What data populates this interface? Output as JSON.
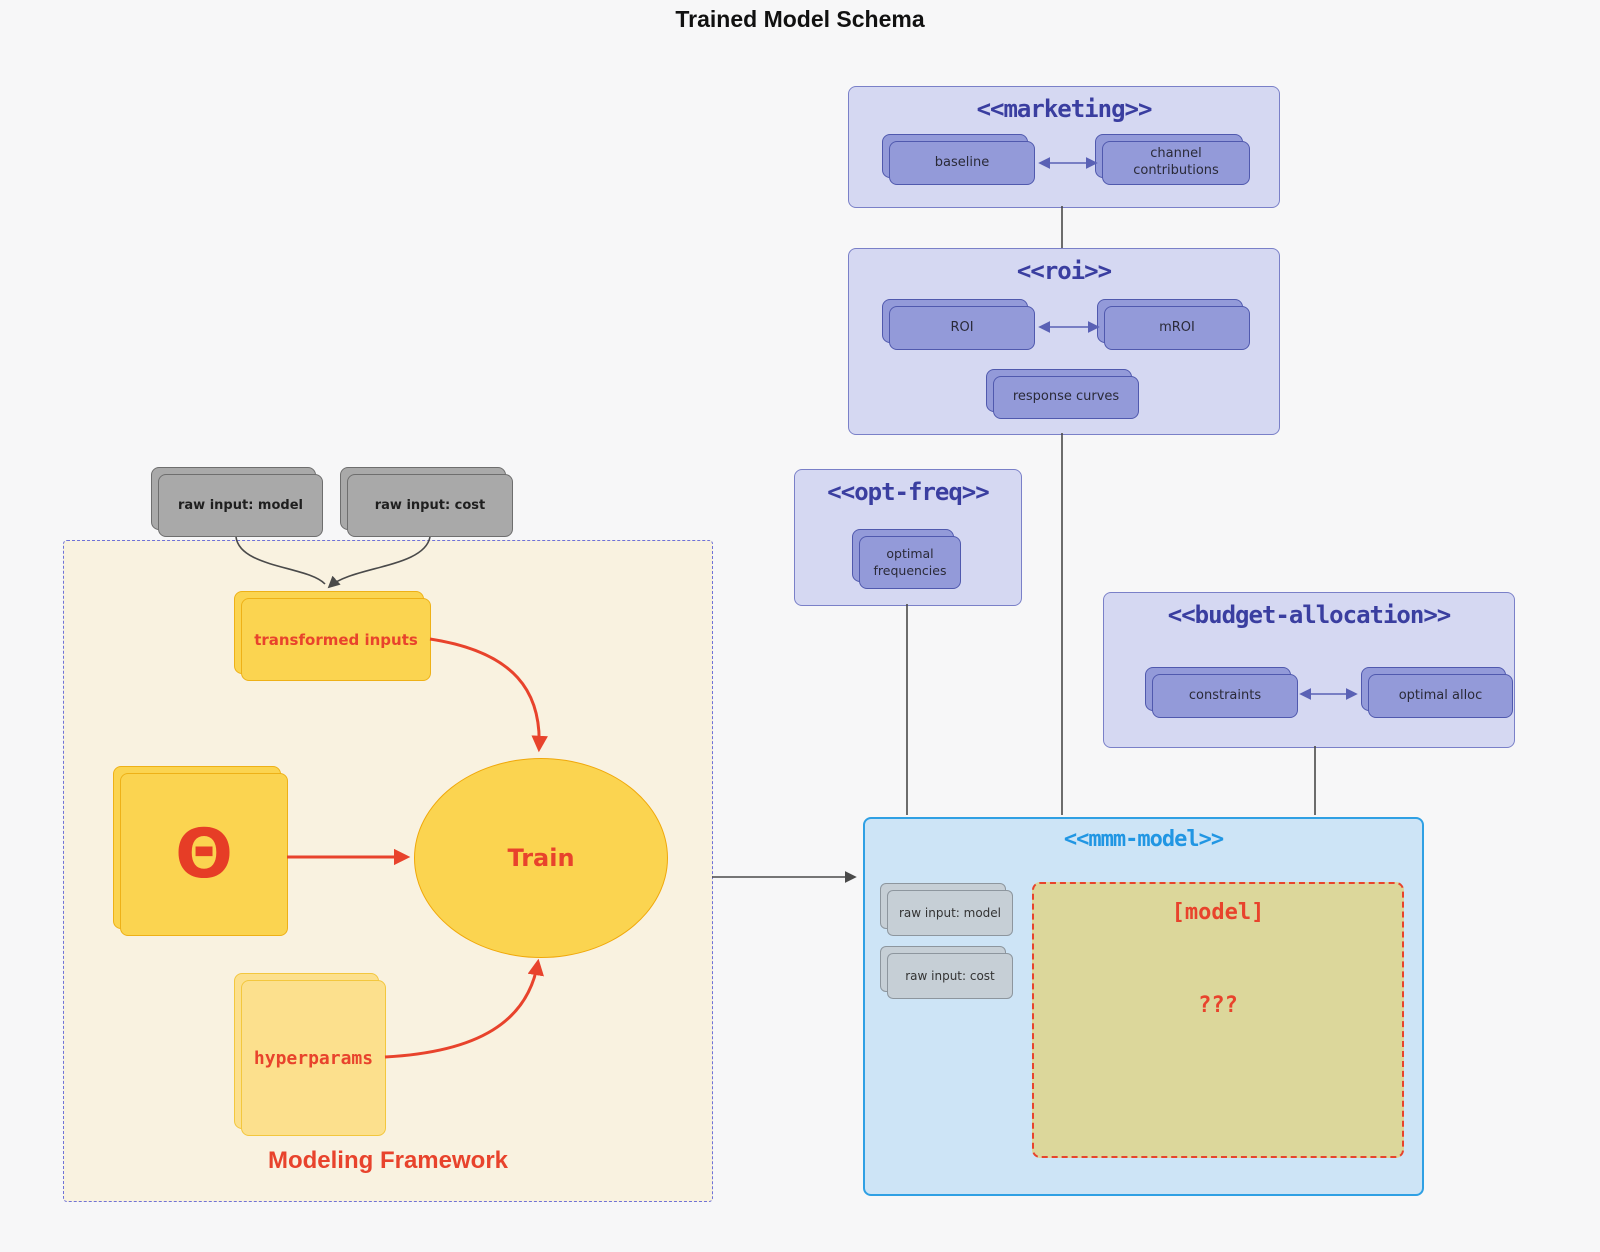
{
  "title": "Trained Model Schema",
  "colors": {
    "page_background": "#f7f7f8",
    "group_fill": "#d5d8f2",
    "group_border": "#7a80c8",
    "group_title_text": "#3a3ea0",
    "purple_node_fill": "#939ad9",
    "purple_node_border": "#5059ae",
    "mmm_fill": "#cde4f6",
    "mmm_border": "#2fa0e4",
    "mmm_title_text": "#2196e3",
    "gray_node_fill": "#a9a9a9",
    "light_gray_node_fill": "#c6cfd6",
    "framework_fill": "#f9f2e0",
    "framework_border": "#6f72d8",
    "yellow_fill": "#fbd450",
    "light_yellow_fill": "#fce08d",
    "khaki_fill": "#dcd79b",
    "red_accent": "#e8432c",
    "edge_dark": "#4a4a4a",
    "edge_purple": "#5a61b5"
  },
  "raw_inputs": {
    "model": "raw input: model",
    "cost": "raw input: cost"
  },
  "marketing": {
    "title": "<<marketing>>",
    "baseline": "baseline",
    "channel_contributions": "channel contributions"
  },
  "roi": {
    "title": "<<roi>>",
    "roi": "ROI",
    "mroi": "mROI",
    "response_curves": "response curves"
  },
  "opt_freq": {
    "title": "<<opt-freq>>",
    "optimal_frequencies": "optimal frequencies"
  },
  "budget_allocation": {
    "title": "<<budget-allocation>>",
    "constraints": "constraints",
    "optimal_alloc": "optimal alloc"
  },
  "mmm_model": {
    "title": "<<mmm-model>>",
    "raw_input_model": "raw input: model",
    "raw_input_cost": "raw input: cost",
    "model_title": "[model]",
    "model_unknown": "???"
  },
  "modeling_framework": {
    "title": "Modeling Framework",
    "transformed_inputs": "transformed inputs",
    "theta": "Θ",
    "train": "Train",
    "hyperparams": "hyperparams"
  }
}
